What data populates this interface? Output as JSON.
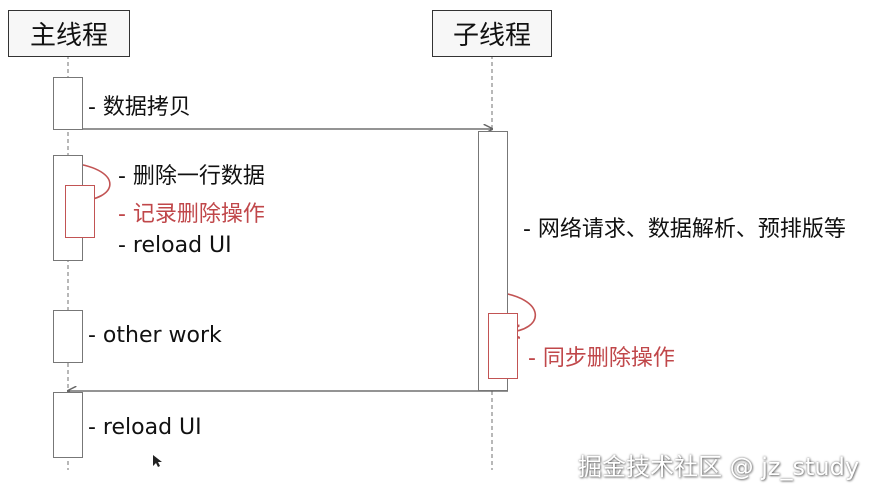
{
  "participants": {
    "main": "主线程",
    "worker": "子线程"
  },
  "notes": {
    "copy": "- 数据拷贝",
    "delete_row": "- 删除一行数据",
    "record_delete": "- 记录删除操作",
    "reload_ui_1": "- reload UI",
    "other_work": "- other work",
    "reload_ui_2": "- reload UI",
    "worker_tasks": "- 网络请求、数据解析、预排版等",
    "sync_delete": "- 同步删除操作"
  },
  "watermark": "掘金技术社区 @ jz_study",
  "colors": {
    "line": "#333333",
    "lifeline": "#888888",
    "accent_red": "#c0474a"
  }
}
